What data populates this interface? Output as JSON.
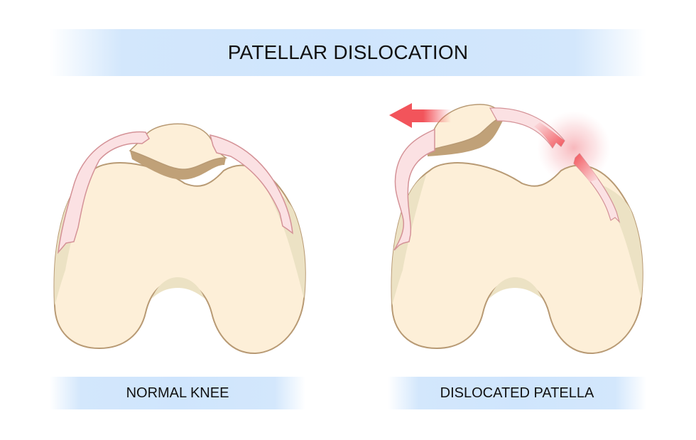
{
  "title": "PATELLAR DISLOCATION",
  "panels": [
    {
      "label": "NORMAL KNEE",
      "state": "patella centered in trochlear groove"
    },
    {
      "label": "DISLOCATED PATELLA",
      "state": "patella displaced laterally, torn ligament"
    }
  ],
  "icons": {
    "dislocation_arrow": "left-arrow-icon",
    "tear_highlight": "injury-glow-icon"
  },
  "colors": {
    "bone_fill": "#fdefd8",
    "bone_shadow": "#ece2c4",
    "bone_outline": "#b89a74",
    "cartilage": "#c0a178",
    "ligament_fill": "#fbe1e3",
    "ligament_outline": "#d49297",
    "arrow": "#f2545b",
    "banner": "#cfe5fd"
  }
}
